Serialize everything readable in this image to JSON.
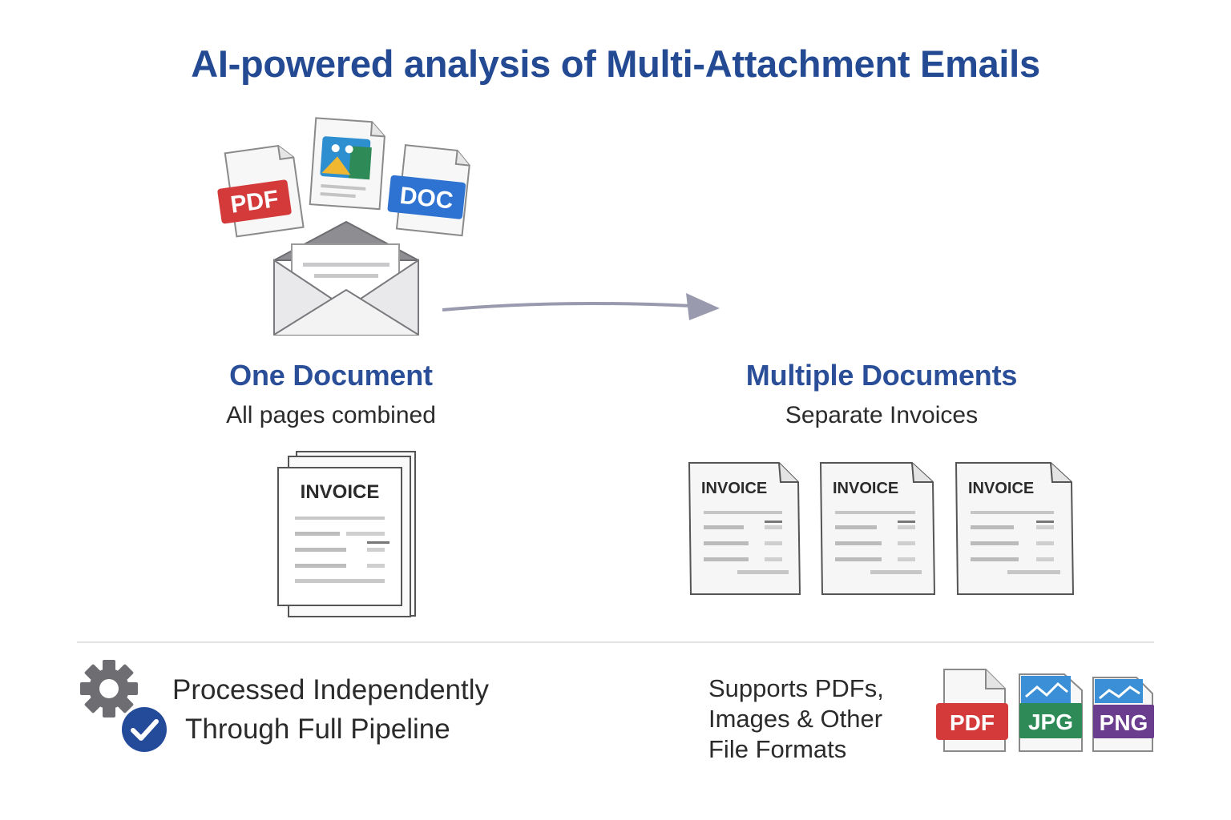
{
  "title": "AI-powered analysis of Multi-Attachment Emails",
  "left_panel": {
    "heading": "One Document",
    "subheading": "All pages combined",
    "doc_label": "INVOICE"
  },
  "right_panel": {
    "heading": "Multiple Documents",
    "subheading": "Separate Invoices",
    "doc_labels": [
      "INVOICE",
      "INVOICE",
      "INVOICE"
    ]
  },
  "attachment_badges": {
    "pdf": "PDF",
    "doc": "DOC"
  },
  "footer": {
    "processed_line1": "Processed Independently",
    "processed_line2": "Through Full Pipeline",
    "formats_line1": "Supports PDFs,",
    "formats_line2": "Images & Other",
    "formats_line3": "File Formats",
    "format_badges": [
      "PDF",
      "JPG",
      "PNG"
    ]
  },
  "colors": {
    "title": "#234a93",
    "pdf": "#d43a3a",
    "doc": "#2f73d2",
    "jpg": "#2e8b57",
    "png": "#6a3d8f",
    "check": "#244a9a",
    "gear": "#6d6d72"
  },
  "icons": [
    "email-envelope-icon",
    "pdf-file-icon",
    "image-file-icon",
    "doc-file-icon",
    "arrow-right-icon",
    "gear-icon",
    "checkmark-icon"
  ]
}
